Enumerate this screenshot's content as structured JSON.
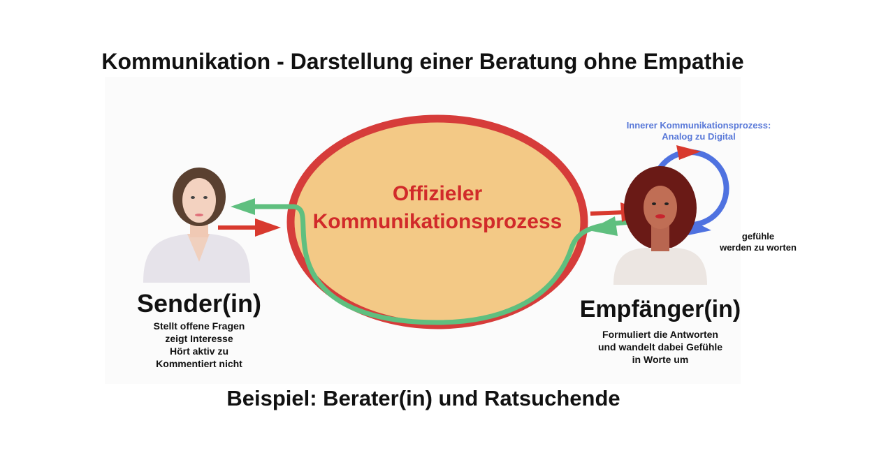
{
  "title": "Kommunikation - Darstellung einer Beratung ohne Empathie",
  "center": {
    "line1": "Offizieler",
    "line2": "Kommunikationsprozess"
  },
  "sender": {
    "name": "Sender(in)",
    "desc": [
      "Stellt offene Fragen",
      "zeigt Interesse",
      "Hört aktiv zu",
      "Kommentiert nicht"
    ]
  },
  "receiver": {
    "name": "Empfänger(in)",
    "desc": [
      "Formuliert die Antworten",
      "und wandelt dabei Gefühle",
      "in Worte um"
    ]
  },
  "inner_process": {
    "line1": "Innerer Kommunikationsprozess:",
    "line2": "Analog zu Digital"
  },
  "feelings_note": {
    "line1": "gefühle",
    "line2": "werden zu worten"
  },
  "footer": "Beispiel: Berater(in) und Ratsuchende",
  "colors": {
    "ellipse_fill": "#f3c986",
    "ellipse_border": "#d63c3a",
    "green": "#5fbf7f",
    "red": "#d8392e",
    "blue": "#4f72e0"
  }
}
